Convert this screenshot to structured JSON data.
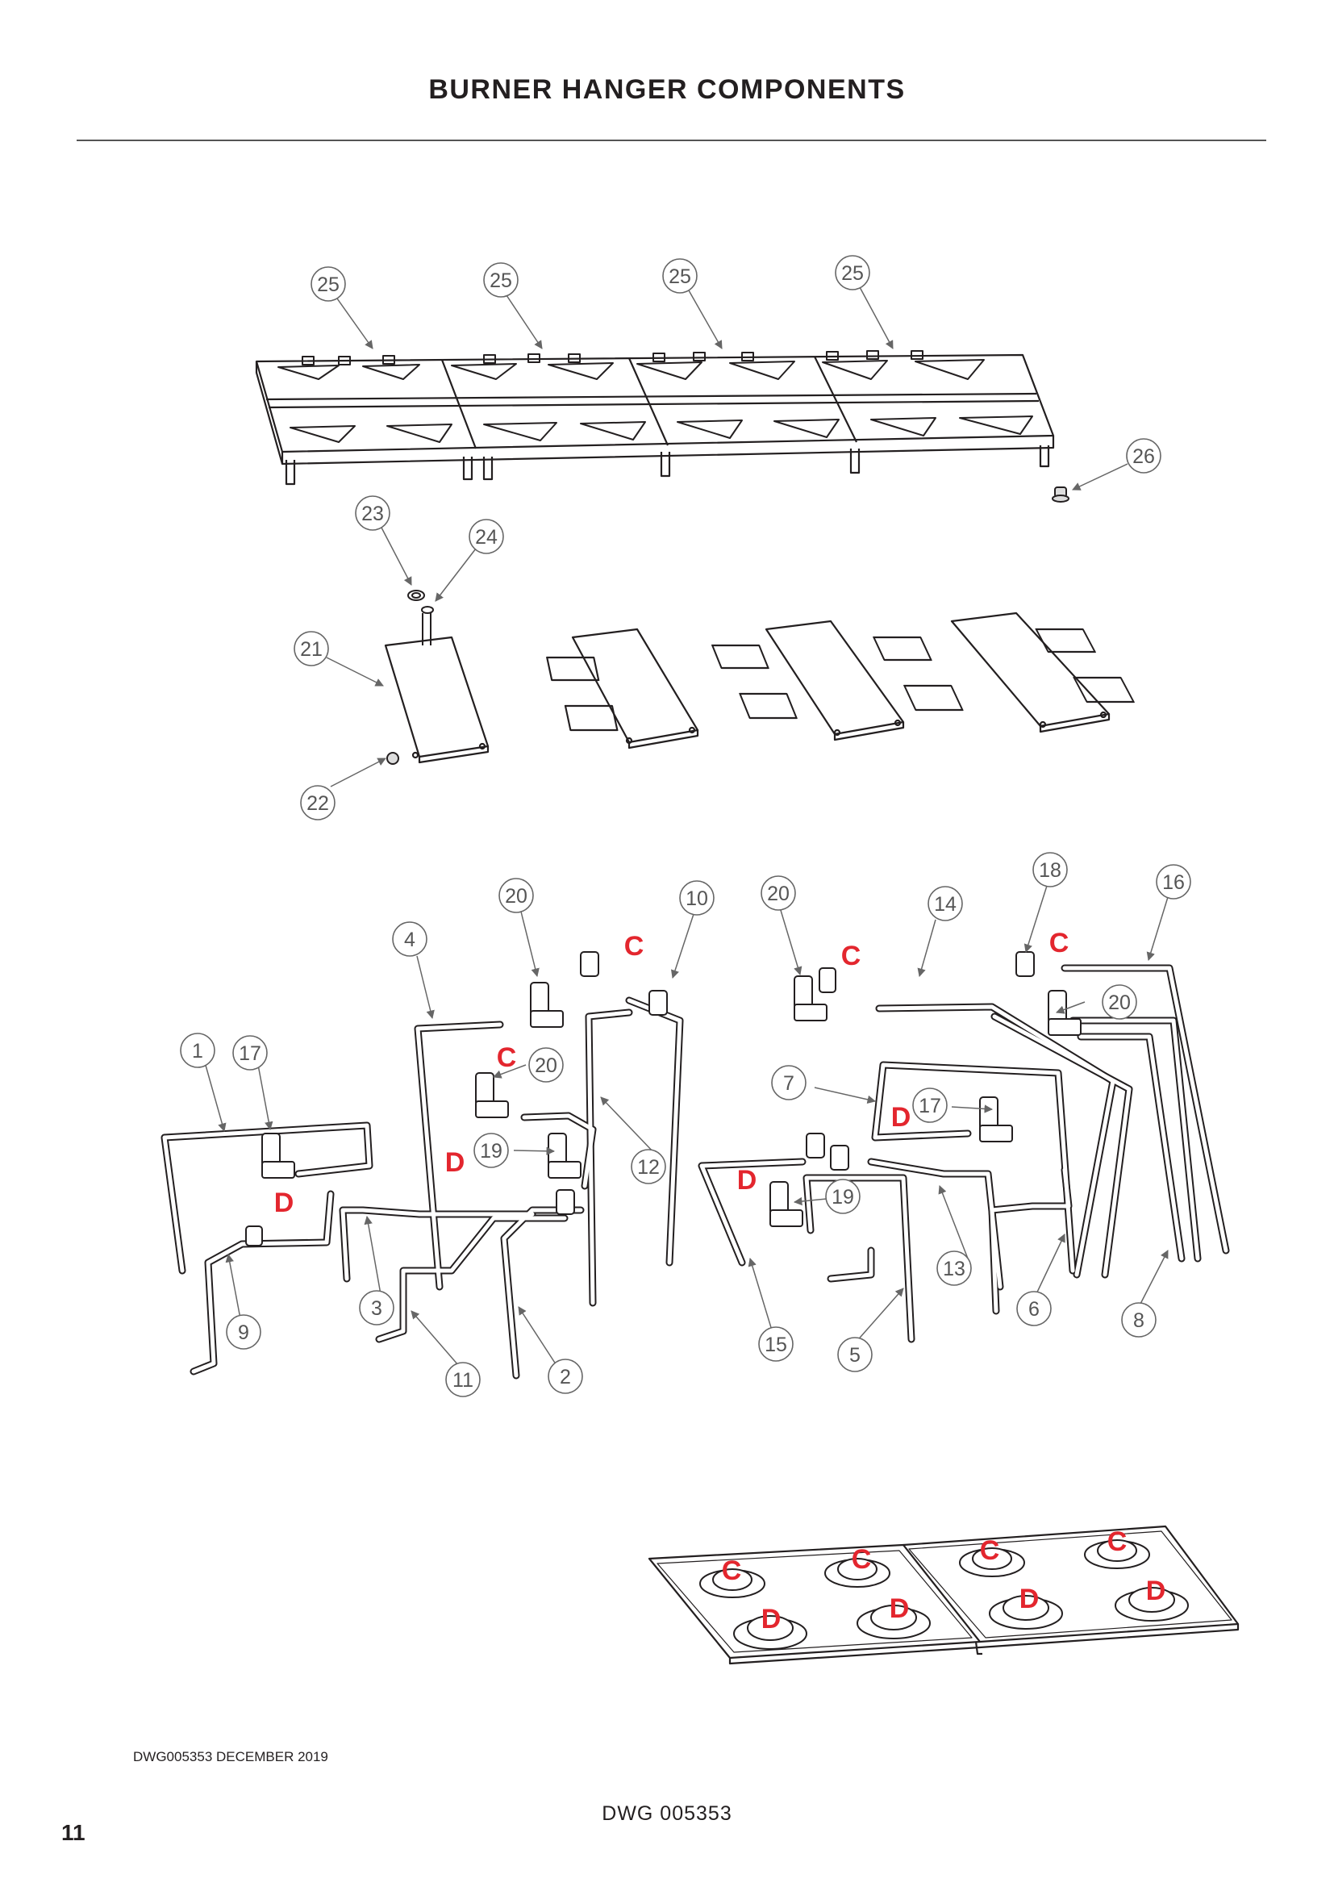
{
  "header": {
    "title": "BURNER HANGER COMPONENTS"
  },
  "diagram": {
    "callouts": [
      {
        "id": "c25a",
        "label": "25"
      },
      {
        "id": "c25b",
        "label": "25"
      },
      {
        "id": "c25c",
        "label": "25"
      },
      {
        "id": "c25d",
        "label": "25"
      },
      {
        "id": "c26",
        "label": "26"
      },
      {
        "id": "c23",
        "label": "23"
      },
      {
        "id": "c24",
        "label": "24"
      },
      {
        "id": "c21",
        "label": "21"
      },
      {
        "id": "c22",
        "label": "22"
      },
      {
        "id": "c20a",
        "label": "20"
      },
      {
        "id": "c10",
        "label": "10"
      },
      {
        "id": "c20b",
        "label": "20"
      },
      {
        "id": "c14",
        "label": "14"
      },
      {
        "id": "c18",
        "label": "18"
      },
      {
        "id": "c16",
        "label": "16"
      },
      {
        "id": "c4",
        "label": "4"
      },
      {
        "id": "c20c",
        "label": "20"
      },
      {
        "id": "c20d",
        "label": "20"
      },
      {
        "id": "c1",
        "label": "1"
      },
      {
        "id": "c17a",
        "label": "17"
      },
      {
        "id": "c7",
        "label": "7"
      },
      {
        "id": "c17b",
        "label": "17"
      },
      {
        "id": "c19a",
        "label": "19"
      },
      {
        "id": "c12",
        "label": "12"
      },
      {
        "id": "c19b",
        "label": "19"
      },
      {
        "id": "c13",
        "label": "13"
      },
      {
        "id": "c3",
        "label": "3"
      },
      {
        "id": "c9",
        "label": "9"
      },
      {
        "id": "c11",
        "label": "11"
      },
      {
        "id": "c2",
        "label": "2"
      },
      {
        "id": "c15",
        "label": "15"
      },
      {
        "id": "c5",
        "label": "5"
      },
      {
        "id": "c6",
        "label": "6"
      },
      {
        "id": "c8",
        "label": "8"
      }
    ],
    "markers": [
      {
        "id": "m1",
        "label": "C"
      },
      {
        "id": "m2",
        "label": "C"
      },
      {
        "id": "m3",
        "label": "C"
      },
      {
        "id": "m4",
        "label": "C"
      },
      {
        "id": "m5",
        "label": "D"
      },
      {
        "id": "m6",
        "label": "D"
      },
      {
        "id": "m7",
        "label": "D"
      },
      {
        "id": "m8",
        "label": "D"
      },
      {
        "id": "m9",
        "label": "C"
      },
      {
        "id": "m10",
        "label": "C"
      },
      {
        "id": "m11",
        "label": "C"
      },
      {
        "id": "m12",
        "label": "C"
      },
      {
        "id": "m13",
        "label": "D"
      },
      {
        "id": "m14",
        "label": "D"
      },
      {
        "id": "m15",
        "label": "D"
      },
      {
        "id": "m16",
        "label": "D"
      }
    ]
  },
  "footer": {
    "drawing_ref": "DWG005353  DECEMBER 2019",
    "drawing_number": "DWG 005353",
    "page_number": "11"
  },
  "colors": {
    "marker_red": "#e3262e",
    "line_gray": "#555555",
    "text": "#231f20"
  }
}
